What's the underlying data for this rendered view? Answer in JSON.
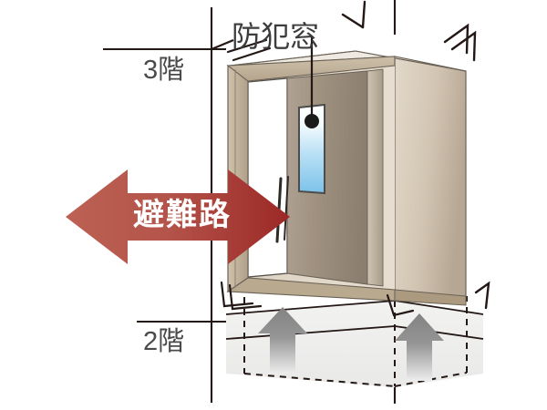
{
  "diagram": {
    "type": "architectural-illustration",
    "subject": "balcony-evacuation-route",
    "background_color": "#ffffff",
    "labels": {
      "floor_upper": "3階",
      "floor_lower": "2階",
      "security_window": "防犯窓",
      "escape_route": "避難路"
    },
    "colors": {
      "escape_arrow_light": "#bd5f53",
      "escape_arrow_dark": "#9e2a28",
      "frame_beige": "#c3b49e",
      "wall_light": "#e4dacb",
      "wall_dark": "#b7a894",
      "door_panel_light": "#ab9e90",
      "door_panel_dark": "#8d8074",
      "glass_top": "#ffffff",
      "glass_bottom": "#7ec2ea",
      "line_dark": "#231815",
      "label_gray": "#4a4a4a",
      "slab_fill": "#efefee",
      "up_arrow_top": "#8c8c8c",
      "up_arrow_bottom": "#e8e8e8",
      "marker_dot": "#1a1a1a"
    },
    "elements": {
      "upper_floor_line": "horizontal rule at 3rd floor level",
      "lower_floor_line": "horizontal rule at 2nd floor level",
      "vertical_guide_left": "vertical datum line through the plan",
      "vertical_guide_right": "vertical datum line at the right of the balcony",
      "balcony_box": "open balcony enclosure drawn in perspective",
      "entry_door": "unit entry door with vertical narrow glazing",
      "security_glass": "narrow vertical blue security window in the door",
      "callout_dot": "black dot marker on the security window",
      "callout_leader": "leader line from the 防犯窓 label to the window",
      "hatch_marks": "short paired tick marks at the balcony corners",
      "corner_brackets": "L-shaped bracket marks around the balcony",
      "slab_outline_dashed": "dashed outline of the floor below",
      "up_arrow_left": "gray upward arrow below the balcony (left)",
      "up_arrow_right": "gray upward arrow below the balcony (right)"
    }
  }
}
